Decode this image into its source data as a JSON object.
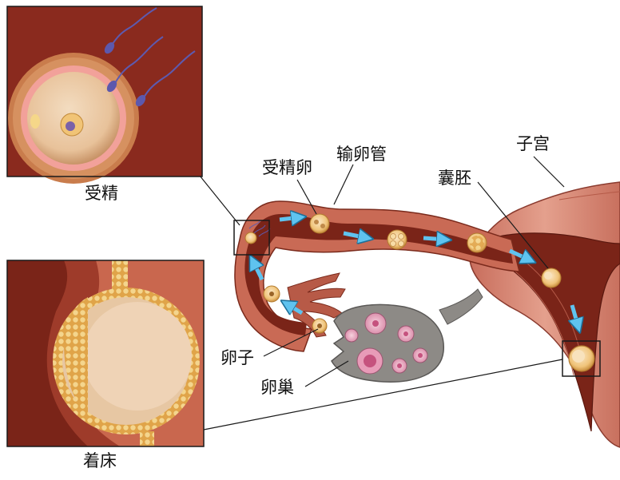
{
  "labels": {
    "fertilization": "受精",
    "implantation": "着床",
    "zygote": "受精卵",
    "fallopian_tube": "输卵管",
    "uterus": "子宫",
    "blastocyst": "囊胚",
    "egg": "卵子",
    "ovary": "卵巢"
  },
  "colors": {
    "tissue_dark": "#7a2418",
    "tissue_mid": "#9e3b2a",
    "uterus_wall": "#d98a78",
    "ovary": "#8d8a86",
    "egg_cell": "#f0c47a",
    "arrow": "#5fc3ef",
    "inset_bg": "#8a2a1e",
    "zona": "#f2a19a"
  }
}
